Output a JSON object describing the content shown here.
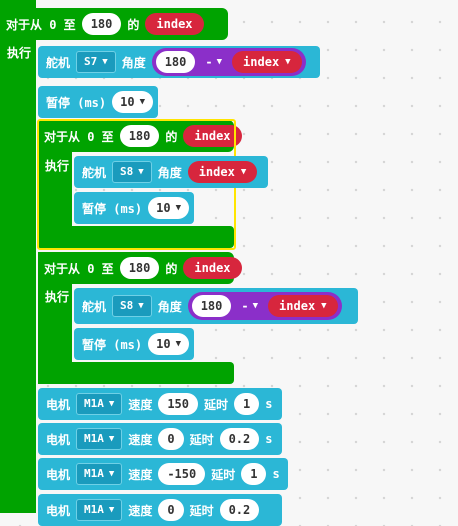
{
  "loops": {
    "for_label": "对于从 0 至",
    "to_value": "180",
    "of_label": "的",
    "var": "index",
    "do_label": "执行"
  },
  "servo": {
    "label": "舵机",
    "angle_label": "角度",
    "pin_s7": "S7",
    "pin_s8": "S8",
    "const_180": "180",
    "minus_op": "-",
    "var": "index"
  },
  "pause": {
    "label": "暂停 (ms)",
    "value": "10"
  },
  "motor": {
    "label": "电机",
    "port": "M1A",
    "speed_label": "速度",
    "delay_label": "延时",
    "unit": "s",
    "rows": [
      {
        "speed": "150",
        "delay": "1"
      },
      {
        "speed": "0",
        "delay": "0.2"
      },
      {
        "speed": "-150",
        "delay": "1"
      },
      {
        "speed": "0",
        "delay": "0.2"
      }
    ]
  },
  "icons": {
    "dropdown": "caret-down-icon"
  },
  "colors": {
    "loop_green": "#00a300",
    "block_cyan": "#2bb7d6",
    "variable_red": "#d7263d",
    "math_purple": "#8b2fc9",
    "highlight_yellow": "#ffe500"
  }
}
